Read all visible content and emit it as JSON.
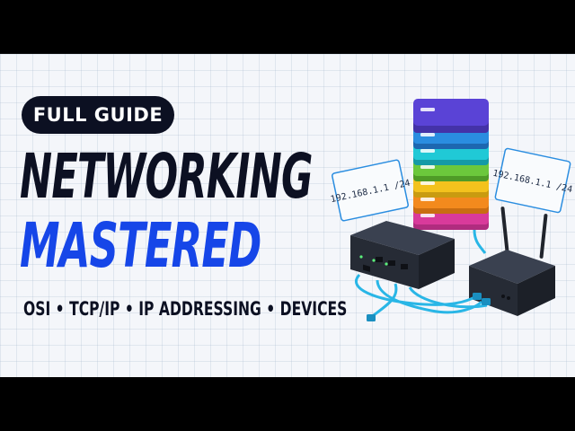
{
  "badge": {
    "label": "FULL GUIDE"
  },
  "title": {
    "line1": "NETWORKING",
    "line2": "MASTERED"
  },
  "subtitle": "OSI • TCP/IP • IP ADDRESSING • DEVICES",
  "ip_tags": {
    "left": "192.168.1.1 /24",
    "right": "192.168.1.1 /24"
  },
  "icons": [
    "server-stack-icon",
    "network-switch-icon",
    "wifi-router-icon",
    "ethernet-cable-icon"
  ],
  "colors": {
    "background": "#f4f6fa",
    "title_dark": "#0c1022",
    "title_blue": "#1646e8",
    "cable": "#29b6e6",
    "layers": [
      "#5a43d6",
      "#2a8de0",
      "#20c9d6",
      "#6cc83c",
      "#f3c21d",
      "#f38a1d",
      "#d93a9b"
    ]
  }
}
